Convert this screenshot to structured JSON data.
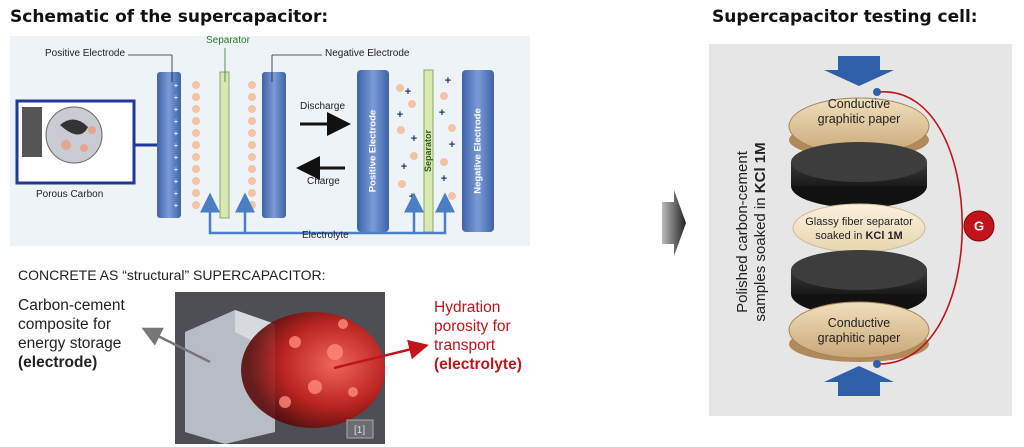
{
  "left": {
    "title": "Schematic of the supercapacitor:",
    "schematic": {
      "separator_label": "Separator",
      "positive_electrode_label": "Positive Electrode",
      "negative_electrode_label": "Negative Electrode",
      "porous_carbon_label": "Porous Carbon",
      "discharge_label": "Discharge",
      "charge_label": "Charge",
      "electrolyte_label": "Electrolyte",
      "vertical_positive": "Positive Electrode",
      "vertical_separator": "Separator",
      "vertical_negative": "Negative Electrode"
    },
    "concrete": {
      "title": "CONCRETE AS “structural” SUPERCAPACITOR:",
      "left_line1": "Carbon-cement",
      "left_line2": "composite for",
      "left_line3": "energy storage",
      "left_bold": "(electrode)",
      "right_line1": "Hydration",
      "right_line2": "porosity for",
      "right_line3": "transport",
      "right_bold": "(electrolyte)",
      "citation": "[1]"
    }
  },
  "right": {
    "title": "Supercapacitor testing cell:",
    "top_paper_line1": "Conductive",
    "top_paper_line2": "graphitic paper",
    "separator_line1": "Glassy fiber separator",
    "separator_line2_prefix": "soaked in ",
    "separator_line2_bold": "KCl 1M",
    "bottom_paper_line1": "Conductive",
    "bottom_paper_line2": "graphitic paper",
    "side_line1": "Polished carbon-cement",
    "side_line2_prefix": "samples soaked in ",
    "side_line2_bold": "KCl 1M",
    "galvanometer": "G"
  },
  "colors": {
    "electrode_blue": "#5a7cc0",
    "arrow_blue": "#2e5fa8",
    "accent_red": "#c0141a",
    "panel_gray": "#e6e6e6"
  }
}
